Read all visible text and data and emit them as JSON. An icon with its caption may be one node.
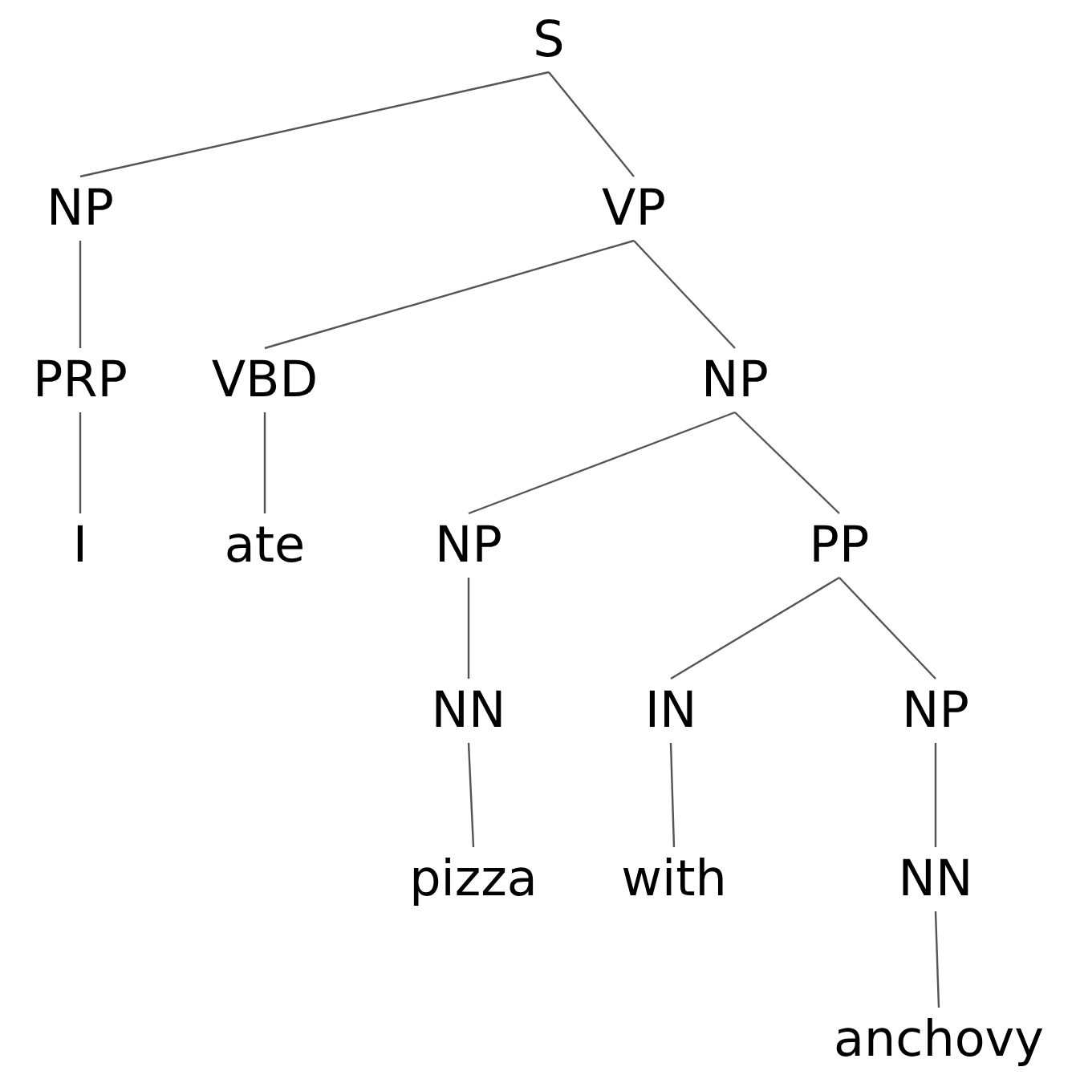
{
  "diagram": {
    "nodes": [
      {
        "text": [
          "S"
        ]
      },
      {
        "text": [
          "NP"
        ]
      },
      {
        "text": [
          "VP"
        ]
      },
      {
        "text": [
          "PRP"
        ]
      },
      {
        "text": [
          "VBD"
        ]
      },
      {
        "text": [
          "NP"
        ]
      },
      {
        "text": [
          "I"
        ]
      },
      {
        "text": [
          "ate"
        ]
      },
      {
        "text": [
          "NP"
        ]
      },
      {
        "text": [
          "PP"
        ]
      },
      {
        "text": [
          "NN"
        ]
      },
      {
        "text": [
          "IN"
        ]
      },
      {
        "text": [
          "NP"
        ]
      },
      {
        "text": [
          "pizza"
        ]
      },
      {
        "text": [
          "with"
        ]
      },
      {
        "text": [
          "NN"
        ]
      },
      {
        "text": [
          "anchovy"
        ]
      }
    ],
    "edges": [
      {
        "from": 0,
        "to": 1,
        "arrow": "none"
      },
      {
        "from": 0,
        "to": 2,
        "arrow": "none"
      },
      {
        "from": 1,
        "to": 3,
        "arrow": "none"
      },
      {
        "from": 2,
        "to": 4,
        "arrow": "none"
      },
      {
        "from": 2,
        "to": 5,
        "arrow": "none"
      },
      {
        "from": 3,
        "to": 6,
        "arrow": "none"
      },
      {
        "from": 4,
        "to": 7,
        "arrow": "none"
      },
      {
        "from": 5,
        "to": 8,
        "arrow": "none"
      },
      {
        "from": 5,
        "to": 9,
        "arrow": "none"
      },
      {
        "from": 8,
        "to": 10,
        "arrow": "none"
      },
      {
        "from": 9,
        "to": 11,
        "arrow": "none"
      },
      {
        "from": 9,
        "to": 12,
        "arrow": "none"
      },
      {
        "from": 10,
        "to": 13,
        "arrow": "none"
      },
      {
        "from": 11,
        "to": 14,
        "arrow": "none"
      },
      {
        "from": 12,
        "to": 15,
        "arrow": "none"
      },
      {
        "from": 15,
        "to": 16,
        "arrow": "none"
      }
    ]
  }
}
